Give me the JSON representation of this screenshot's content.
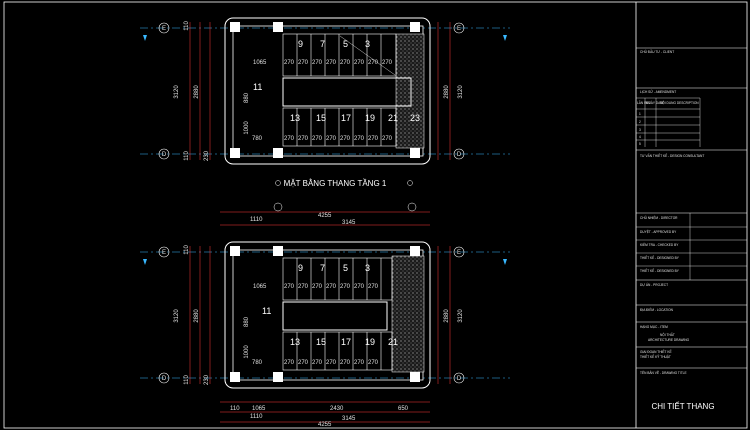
{
  "colors": {
    "background": "#000000",
    "wall": "#ffffff",
    "dimension": "#ff3b3b",
    "grid": "#38b8ff",
    "text": "#e8e8e8",
    "hatch": "#9a9a9a"
  },
  "plans": [
    {
      "title": "MẶT BẰNG THANG TẦNG 1",
      "upper_steps": [
        "9",
        "7",
        "5",
        "3"
      ],
      "lower_steps": [
        "13",
        "15",
        "17",
        "19",
        "21"
      ],
      "landing_left": "11",
      "landing_right": "23",
      "tread_dims": [
        "270",
        "270",
        "270",
        "270",
        "270",
        "270",
        "270",
        "270"
      ],
      "left_dim": "1065",
      "side_dims": {
        "a": "880",
        "b": "1000",
        "c": "780"
      },
      "left_vertical": [
        "3120",
        "2880"
      ],
      "right_vertical": [
        "2880",
        "3120"
      ],
      "top_small": [
        "110",
        "110"
      ],
      "bottom_small": [
        "110",
        "230"
      ],
      "bottom_dims": {
        "d1": "1110",
        "total": "4255",
        "d2": "3145"
      }
    },
    {
      "title": "",
      "upper_steps": [
        "9",
        "7",
        "5",
        "3"
      ],
      "lower_steps": [
        "13",
        "15",
        "17",
        "19",
        "21"
      ],
      "landing_left": "11",
      "landing_right": "",
      "tread_dims": [
        "270",
        "270",
        "270",
        "270",
        "270",
        "270",
        "270",
        "270"
      ],
      "left_dim": "1065",
      "side_dims": {
        "a": "880",
        "b": "1000",
        "c": "780"
      },
      "left_vertical": [
        "3120",
        "2880"
      ],
      "right_vertical": [
        "2880",
        "3120"
      ],
      "top_small": [
        "110",
        "110"
      ],
      "bottom_small": [
        "110",
        "230"
      ],
      "bottom_dims": {
        "d1": "110",
        "d2": "1065",
        "d3": "2430",
        "d4": "650",
        "d5": "1110",
        "total": "4255",
        "d6": "3145"
      }
    }
  ],
  "grid_labels": [
    "E",
    "D"
  ],
  "titleblock": {
    "company": "CHỦ ĐẦU TƯ - CLIENT",
    "revision": "LỊCH SỬ - AMENDMENT",
    "rev_cols": [
      "LẦN REV",
      "NGÀY DATE",
      "NỘI DUNG DESCRIPTION"
    ],
    "rev_rows": [
      "1",
      "2",
      "3",
      "4",
      "5"
    ],
    "designer": "TƯ VẤN THIẾT KẾ - DESIGN CONSULTANT",
    "rows": [
      "CHỦ NHIỆM - DIRECTOR",
      "DUYỆT - APPROVED BY",
      "KIỂM TRA - CHECKED BY",
      "THIẾT KẾ - DESIGNED BY",
      "THIẾT KẾ - DESIGNED BY"
    ],
    "project": "DỰ ÁN - PROJECT",
    "location": "ĐỊA ĐIỂM - LOCATION",
    "category_label": "HẠNG MỤC - ITEM",
    "category_value": "NỘI THẤT",
    "category_sub": "ARCHITECTURE DRAWING",
    "phase": "GIAI ĐOẠN THIẾT KẾ",
    "phase_sub": "THIẾT KẾ KỸ THUẬT",
    "drawing_name_label": "TÊN BẢN VẼ - DRAWING TITLE",
    "drawing_name": "CHI TIẾT THANG"
  }
}
